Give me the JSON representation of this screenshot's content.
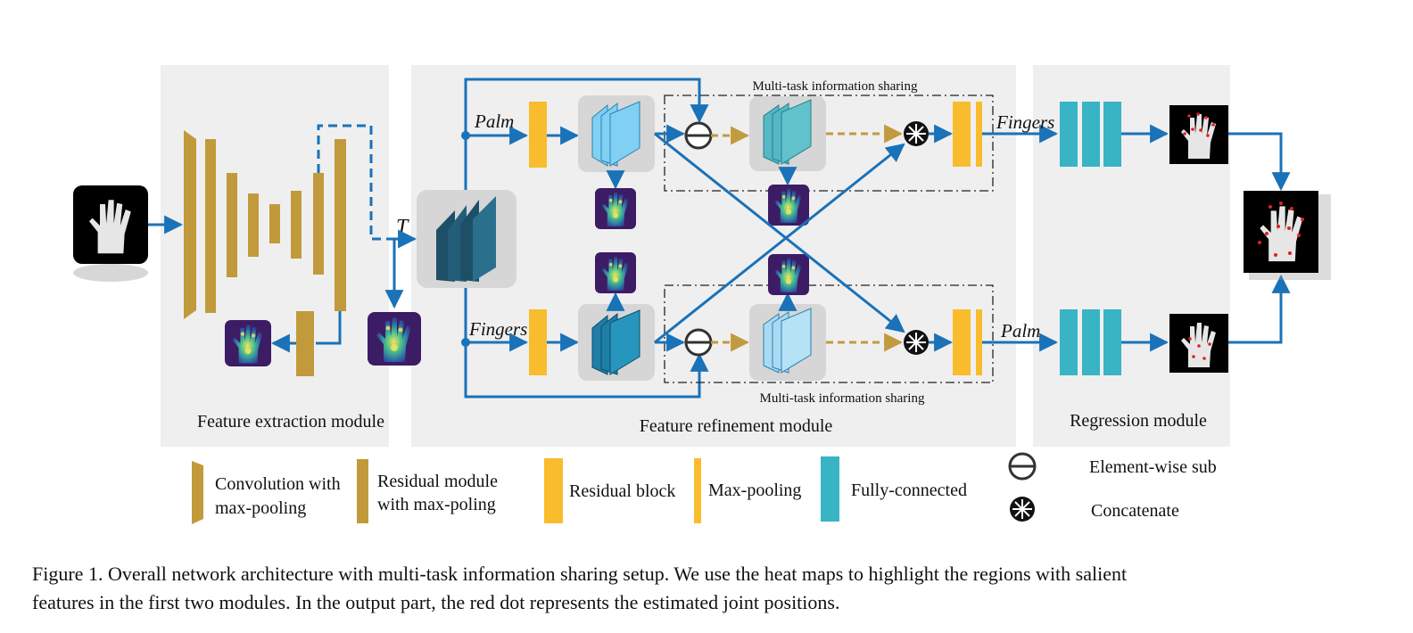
{
  "modules": {
    "extraction": "Feature extraction module",
    "refinement": "Feature refinement module",
    "regression": "Regression module"
  },
  "labels": {
    "t": "T",
    "palm_top": "Palm",
    "fingers_mid": "Fingers",
    "fingers_out": "Fingers",
    "palm_out": "Palm",
    "sharing_top": "Multi-task information sharing",
    "sharing_bottom": "Multi-task information sharing"
  },
  "legend": {
    "conv_line1": "Convolution with",
    "conv_line2": "max-pooling",
    "res_module_line1": "Residual module",
    "res_module_line2": "with max-poling",
    "res_block": "Residual block",
    "maxpool": "Max-pooling",
    "fc": "Fully-connected",
    "sub": "Element-wise sub",
    "concat": "Concatenate"
  },
  "caption": {
    "line1": "Figure 1. Overall network architecture with multi-task information sharing setup. We use the heat maps to highlight the regions with salient",
    "line2": "features in the first two modules. In the output part, the red dot represents the estimated joint positions."
  },
  "colors": {
    "gold": "#c19a3b",
    "yellow": "#f9bc2d",
    "teal": "#38b4c4",
    "blue_arrow": "#1a72b8",
    "panel": "#efefef",
    "dash_arrow": "#c29a3f"
  }
}
